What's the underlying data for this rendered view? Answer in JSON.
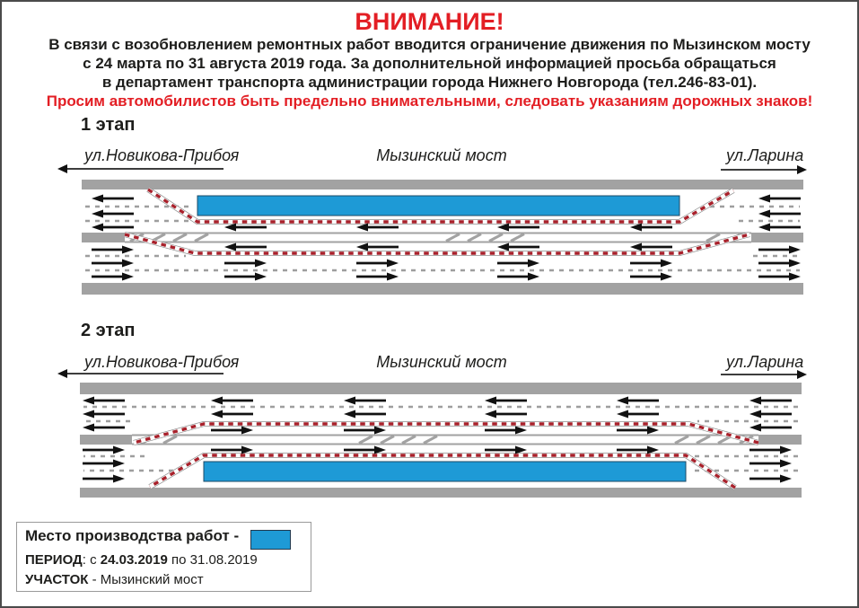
{
  "header": {
    "title": "ВНИМАНИЕ!",
    "accent_red": "#e31e24",
    "line1": "В связи с возобновлением ремонтных работ вводится ограничение движения по Мызинском мосту",
    "line2": "с 24 марта по 31 августа 2019 года. За дополнительной информацией просьба обращаться",
    "line3": "в департамент транспорта администрации города Нижнего Новгорода (тел.246-83-01).",
    "warning": "Просим автомобилистов быть предельно внимательными, следовать указаниям дорожных знаков!"
  },
  "stages": [
    {
      "label": "1 этап",
      "left_street": "ул.Новикова-Прибоя",
      "center_label": "Мызинский мост",
      "right_street": "ул.Ларина",
      "workzone_side": "top"
    },
    {
      "label": "2 этап",
      "left_street": "ул.Новикова-Прибоя",
      "center_label": "Мызинский мост",
      "right_street": "ул.Ларина",
      "workzone_side": "bottom"
    }
  ],
  "diagram": {
    "lanes_each_direction": 3,
    "open_lanes_each_direction_on_bridge": 2,
    "colors": {
      "roadside_gray": "#a2a2a2",
      "lane_dash_gray": "#9e9e9e",
      "arrow_black": "#111111",
      "barrier_red": "#a8212b",
      "barrier_outline": "#8f8f8f",
      "workzone_blue": "#1e9ad6",
      "workzone_border": "#1c4a66"
    }
  },
  "legend": {
    "workzone_label": "Место производства работ -",
    "period_label": "ПЕРИОД",
    "period_pre": ": с ",
    "period_start": "24.03.2019",
    "period_mid": " по ",
    "period_end": "31.08.2019",
    "section_label": "УЧАСТОК",
    "section_value": " - Мызинский мост"
  }
}
